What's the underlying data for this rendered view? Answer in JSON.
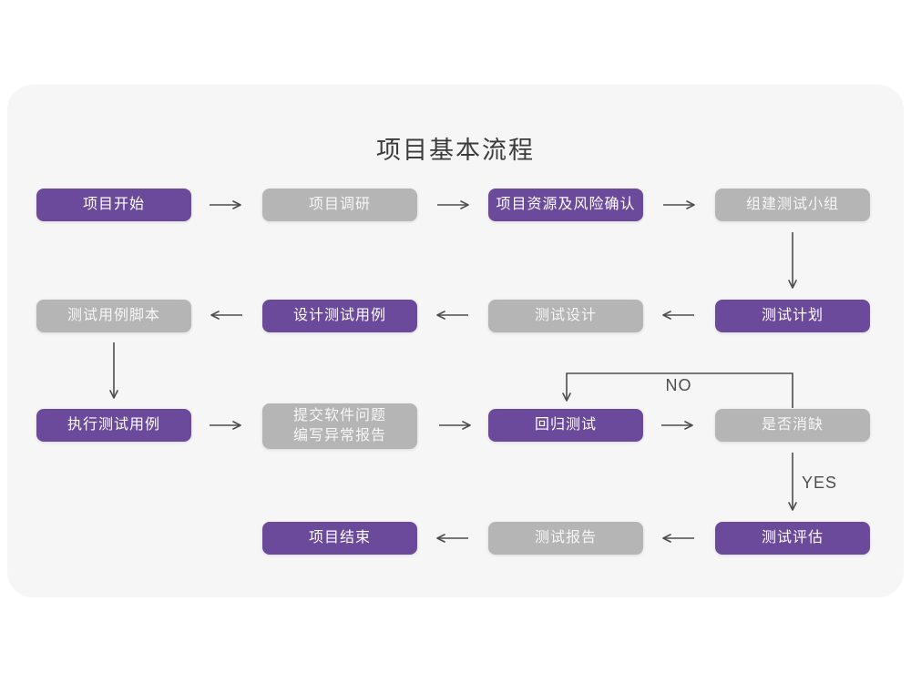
{
  "title": "项目基本流程",
  "colors": {
    "purple": "#6c4a9b",
    "gray": "#b5b5b5",
    "card_background": "#f6f6f7",
    "arrow": "#4d4d4d"
  },
  "nodes": {
    "start": {
      "label": "项目开始",
      "variant": "purple"
    },
    "research": {
      "label": "项目调研",
      "variant": "gray"
    },
    "risk": {
      "label": "项目资源及风险确认",
      "variant": "purple"
    },
    "team": {
      "label": "组建测试小组",
      "variant": "gray"
    },
    "plan": {
      "label": "测试计划",
      "variant": "purple"
    },
    "design": {
      "label": "测试设计",
      "variant": "gray"
    },
    "case_design": {
      "label": "设计测试用例",
      "variant": "purple"
    },
    "script": {
      "label": "测试用例脚本",
      "variant": "gray"
    },
    "execute": {
      "label": "执行测试用例",
      "variant": "purple"
    },
    "issue_report": {
      "label": "提交软件问题\n编写异常报告",
      "variant": "gray"
    },
    "regression": {
      "label": "回归测试",
      "variant": "purple"
    },
    "defect_check": {
      "label": "是否消缺",
      "variant": "gray"
    },
    "evaluate": {
      "label": "测试评估",
      "variant": "purple"
    },
    "report": {
      "label": "测试报告",
      "variant": "gray"
    },
    "end": {
      "label": "项目结束",
      "variant": "purple"
    }
  },
  "edge_labels": {
    "no": "NO",
    "yes": "YES"
  }
}
